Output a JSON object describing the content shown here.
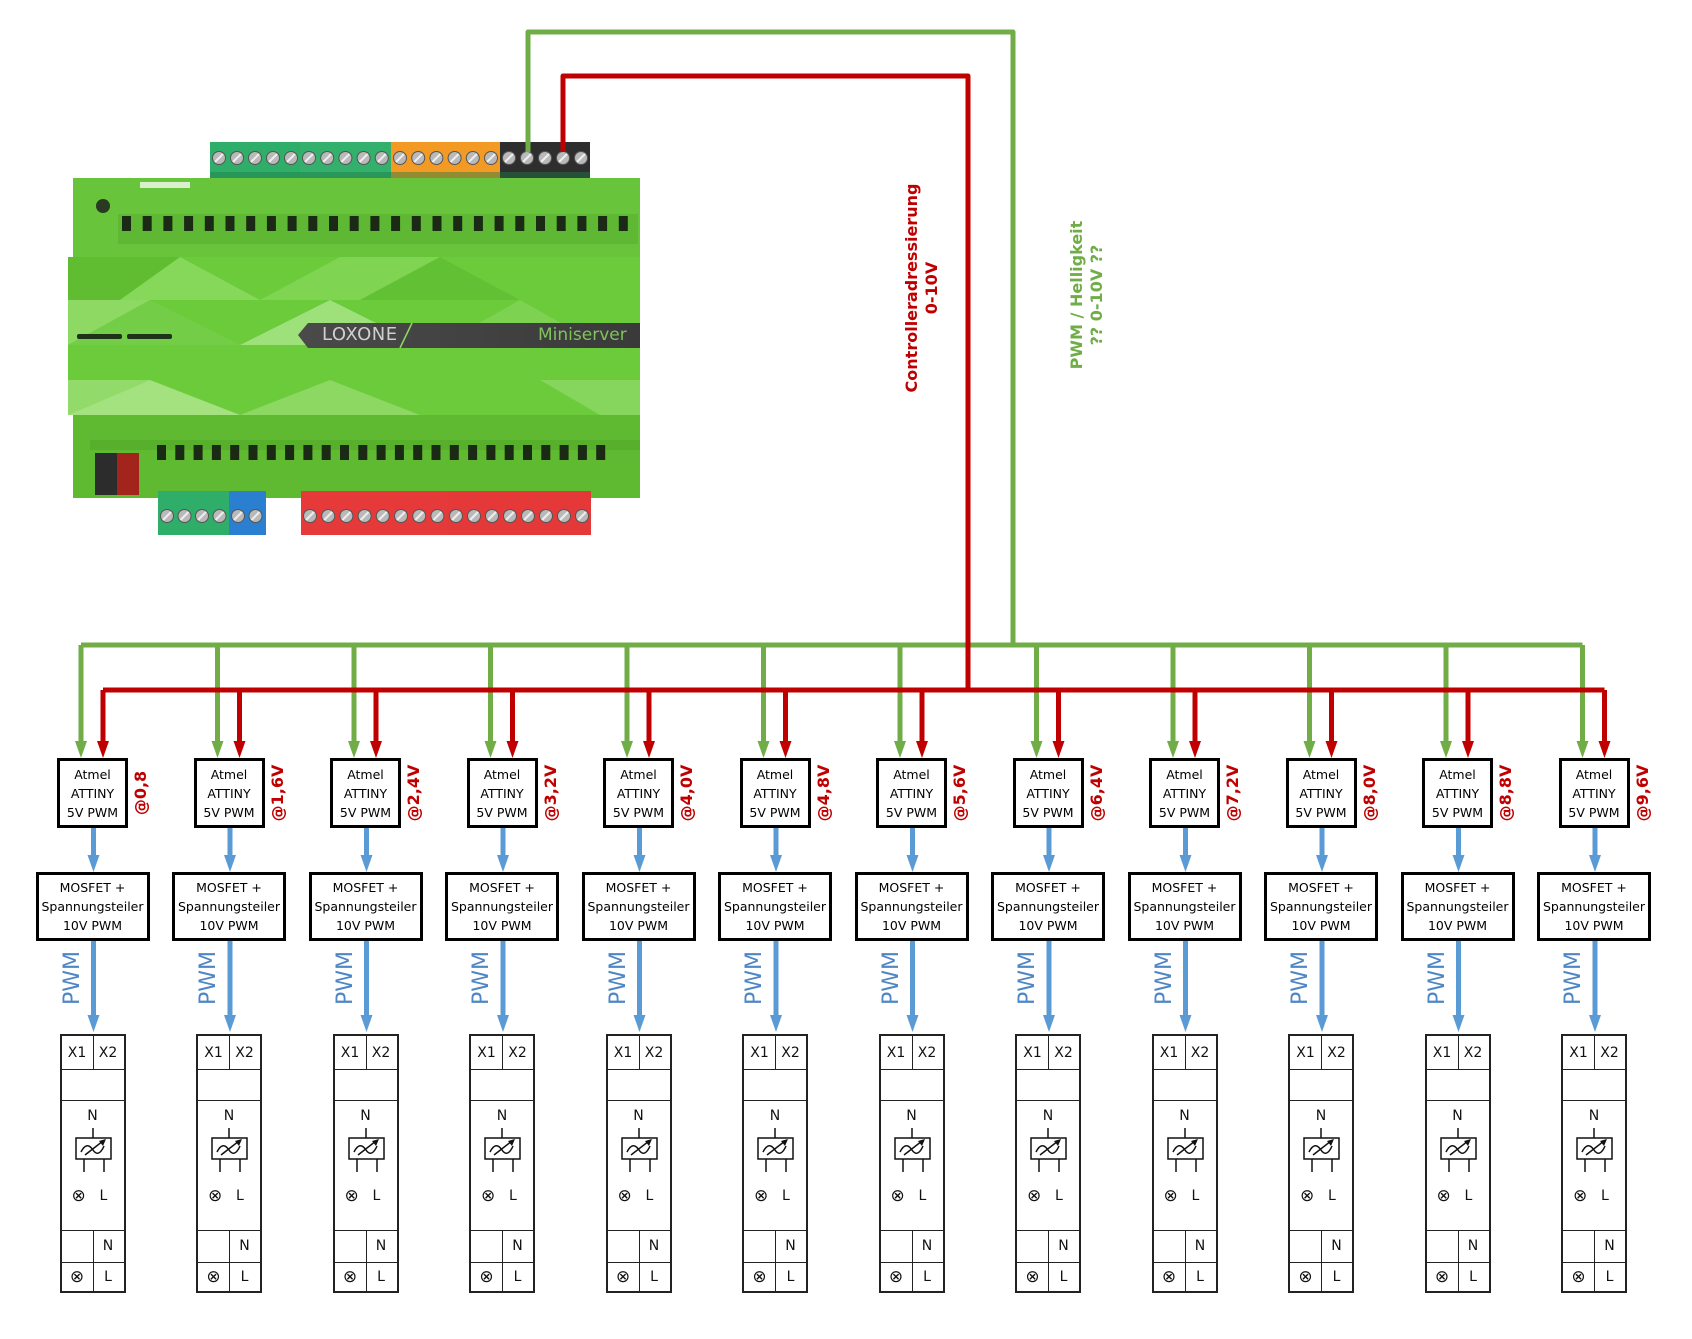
{
  "colors": {
    "pwm_wire": "#70ad47",
    "control_wire": "#c00000",
    "signal_arrow": "#5b9bd5",
    "box_border": "#000000",
    "miniserver_body": "#6cc93a"
  },
  "miniserver": {
    "brand": "LOXONE",
    "model": "Miniserver"
  },
  "wire_labels": {
    "control": {
      "line1": "Controlleradressierung",
      "line2": "0-10V"
    },
    "pwm": {
      "line1": "PWM / Helligkeit",
      "line2": "?? 0-10V ??"
    }
  },
  "channel_template": {
    "controller_lines": [
      "Atmel",
      "ATTINY",
      "5V PWM"
    ],
    "driver_lines": [
      "MOSFET +",
      "Spannungsteiler",
      "10V PWM"
    ],
    "pwm_label": "PWM",
    "dimmer": {
      "x1": "X1",
      "x2": "X2",
      "n_top": "N",
      "l_mid": "L",
      "n_bottom": "N",
      "l_bottom": "L",
      "lamp_symbol": "⊗"
    }
  },
  "channels": [
    {
      "address_label": "@0,8"
    },
    {
      "address_label": "@1,6V"
    },
    {
      "address_label": "@2,4V"
    },
    {
      "address_label": "@3,2V"
    },
    {
      "address_label": "@4,0V"
    },
    {
      "address_label": "@4,8V"
    },
    {
      "address_label": "@5,6V"
    },
    {
      "address_label": "@6,4V"
    },
    {
      "address_label": "@7,2V"
    },
    {
      "address_label": "@8,0V"
    },
    {
      "address_label": "@8,8V"
    },
    {
      "address_label": "@9,6V"
    }
  ]
}
